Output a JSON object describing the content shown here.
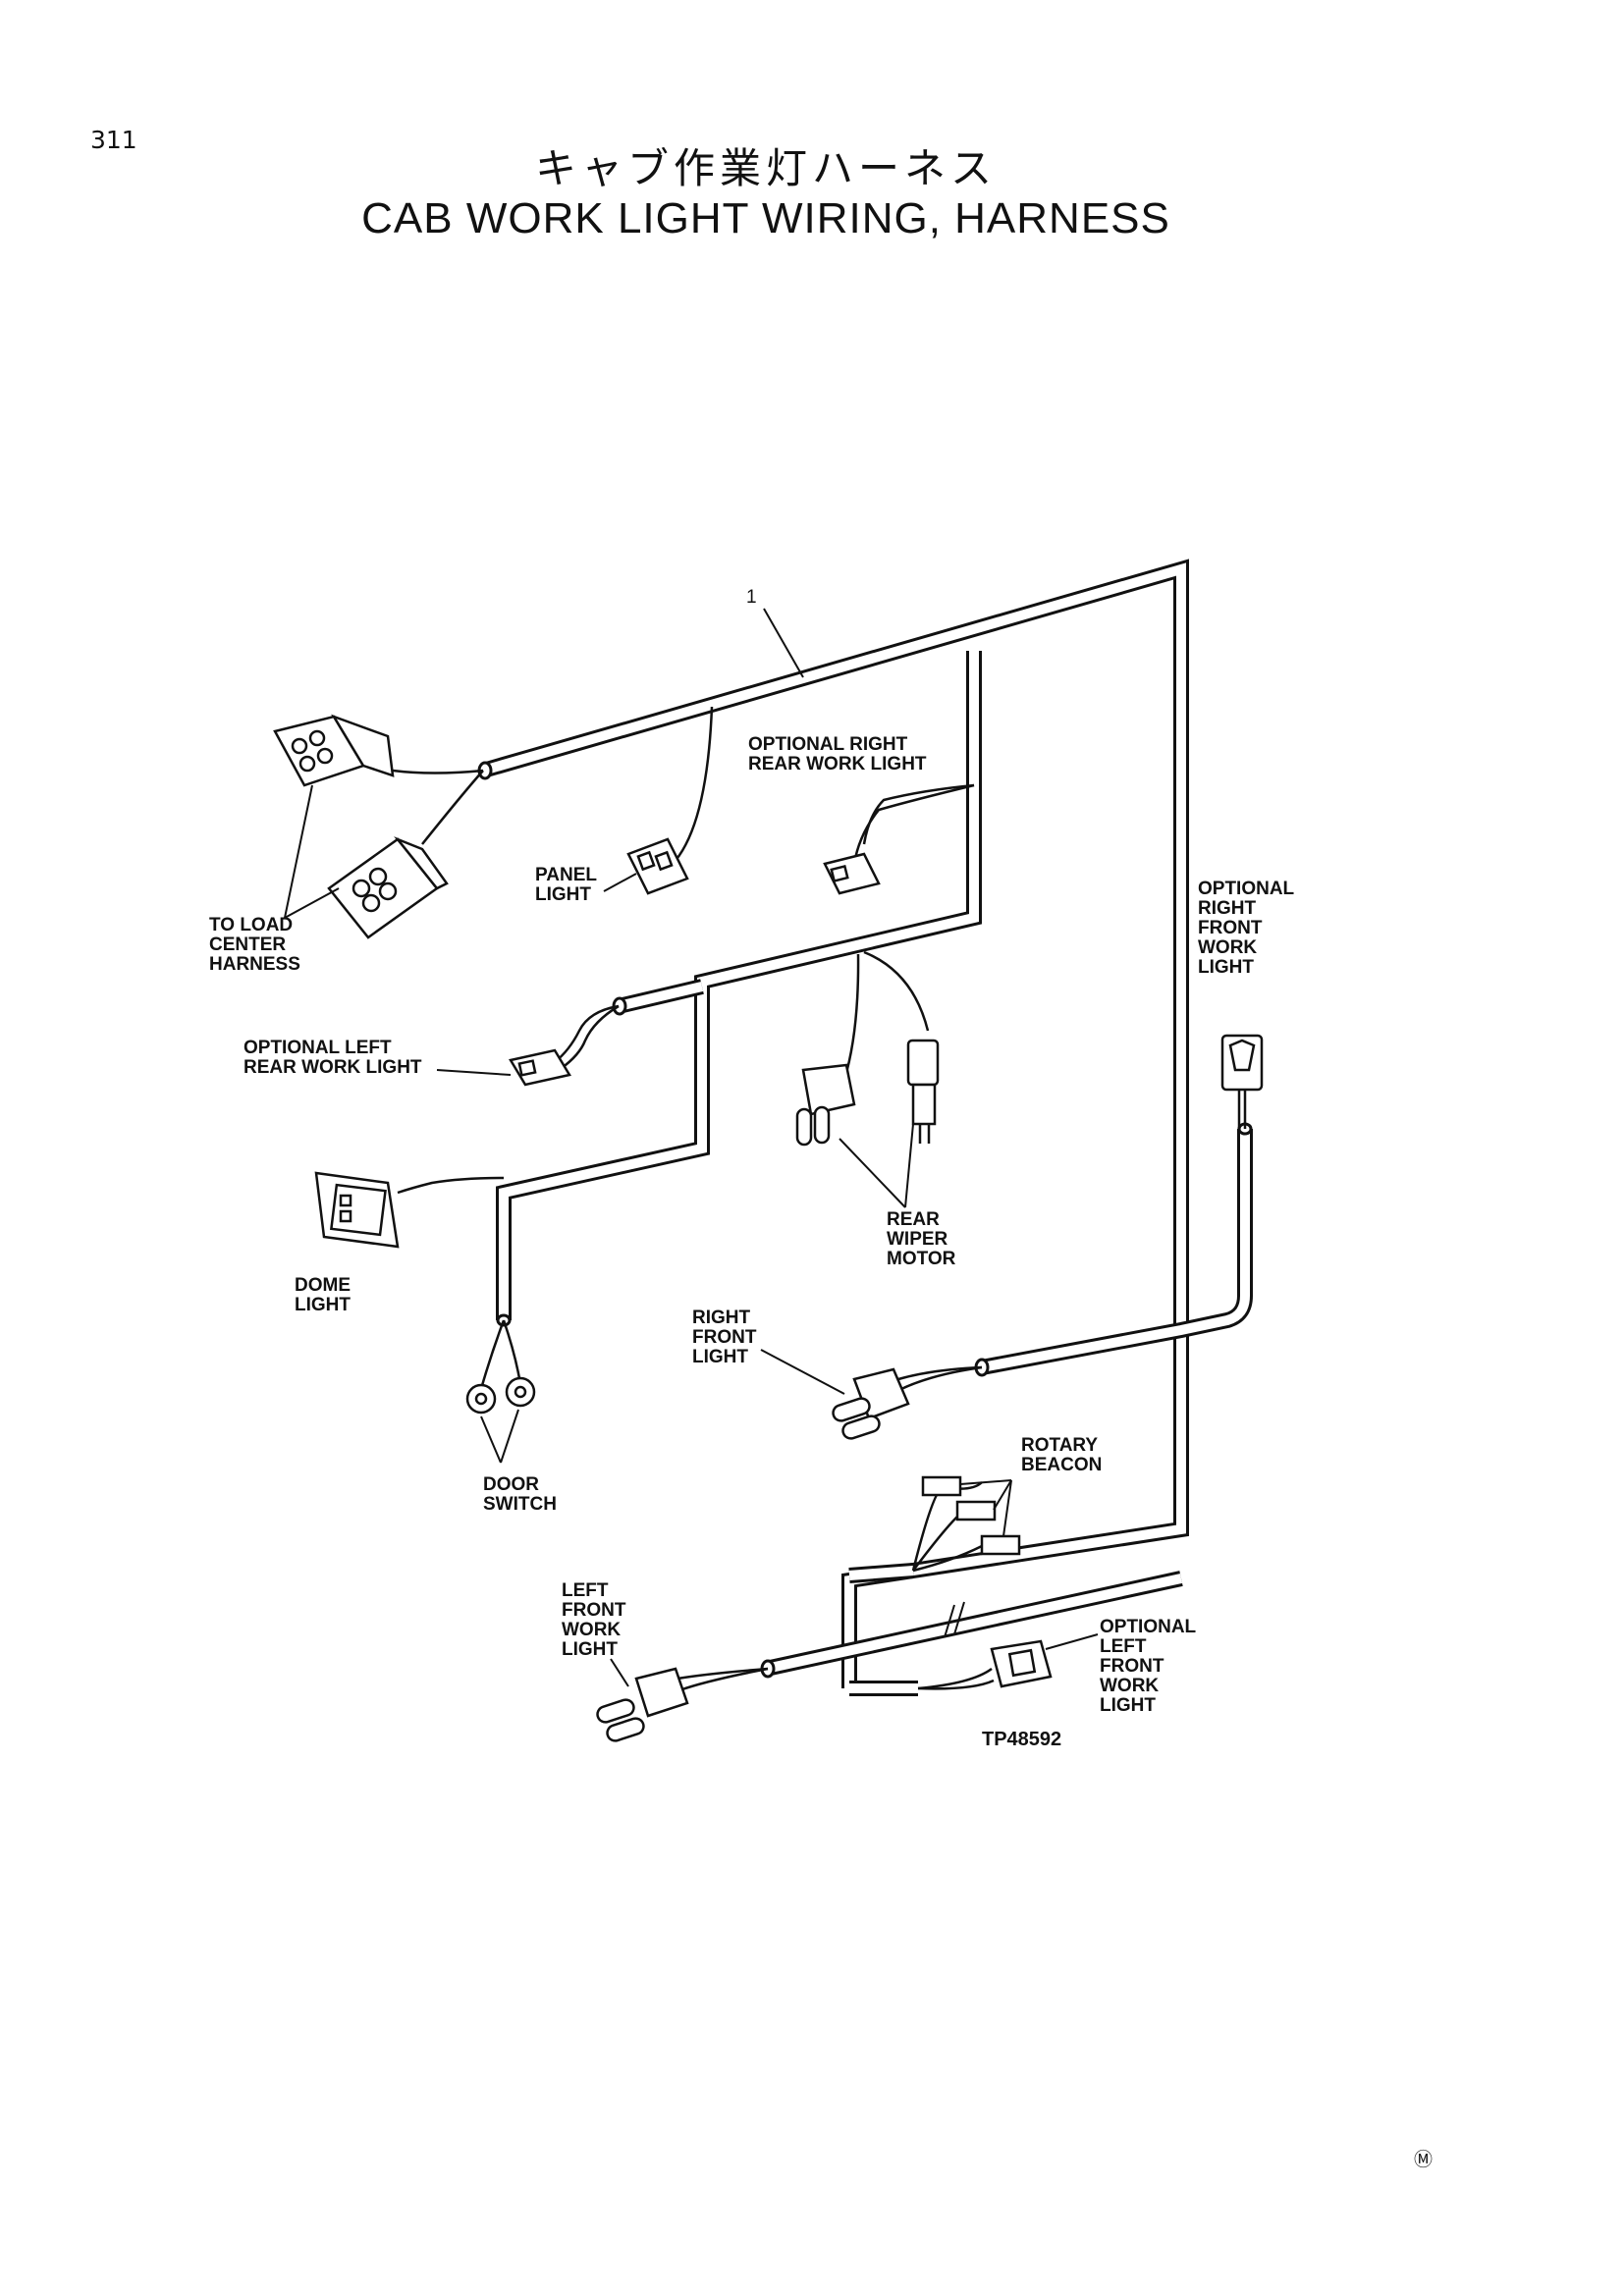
{
  "page": {
    "number": "311",
    "title_jp": "キャブ作業灯ハーネス",
    "title_en": "CAB WORK LIGHT WIRING, HARNESS"
  },
  "diagram": {
    "callout_1": "1",
    "labels": {
      "to_load_center": [
        "TO LOAD",
        "CENTER",
        "HARNESS"
      ],
      "panel_light": [
        "PANEL",
        "LIGHT"
      ],
      "opt_right_rear": [
        "OPTIONAL RIGHT",
        "REAR WORK LIGHT"
      ],
      "opt_right_front": [
        "OPTIONAL",
        "RIGHT",
        "FRONT",
        "WORK",
        "LIGHT"
      ],
      "opt_left_rear": [
        "OPTIONAL LEFT",
        "REAR WORK LIGHT"
      ],
      "dome_light": [
        "DOME",
        "LIGHT"
      ],
      "rear_wiper": [
        "REAR",
        "WIPER",
        "MOTOR"
      ],
      "door_switch": [
        "DOOR",
        "SWITCH"
      ],
      "right_front": [
        "RIGHT",
        "FRONT",
        "LIGHT"
      ],
      "rotary_beacon": [
        "ROTARY",
        "BEACON"
      ],
      "left_front": [
        "LEFT",
        "FRONT",
        "WORK",
        "LIGHT"
      ],
      "opt_left_front": [
        "OPTIONAL",
        "LEFT",
        "FRONT",
        "WORK",
        "LIGHT"
      ]
    },
    "figure_id": "TP48592",
    "mark": "Ⓜ"
  }
}
